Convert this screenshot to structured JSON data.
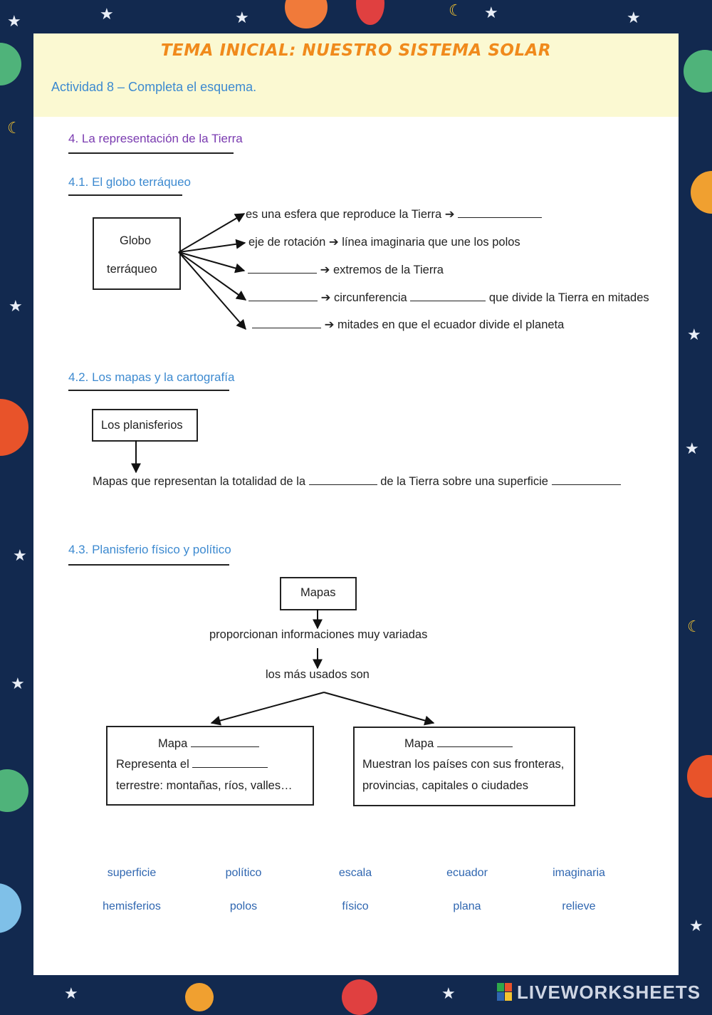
{
  "header": {
    "title": "TEMA INICIAL: NUESTRO SISTEMA SOLAR",
    "activity": "Actividad 8 – Completa el esquema."
  },
  "section4": {
    "title": "4. La representación de la Tierra"
  },
  "section41": {
    "title": "4.1. El globo terráqueo",
    "box_line1": "Globo",
    "box_line2": "terráqueo",
    "items": [
      {
        "before": "es una esfera que reproduce la Tierra ",
        "arrow": "➔",
        "after": ""
      },
      {
        "before": "eje de rotación ",
        "arrow": "➔",
        "after": " línea imaginaria que une los polos"
      },
      {
        "before": "",
        "arrow": "➔",
        "after": " extremos de la Tierra"
      },
      {
        "before": "",
        "arrow": "➔",
        "after": " circunferencia",
        "after2": " que divide la Tierra en mitades"
      },
      {
        "before": "",
        "arrow": "➔",
        "after": " mitades en que el ecuador divide el planeta"
      }
    ]
  },
  "section42": {
    "title": "4.2. Los mapas y la cartografía",
    "box": "Los planisferios",
    "sentence_a": "Mapas que representan la totalidad de la ",
    "sentence_b": " de la Tierra sobre una superficie "
  },
  "section43": {
    "title": "4.3. Planisferio físico y político",
    "box_top": "Mapas",
    "line1": "proporcionan informaciones muy variadas",
    "line2": "los más usados son",
    "left_box": {
      "title": "Mapa",
      "line1": "Representa el",
      "line2": "terrestre: montañas, ríos, valles…"
    },
    "right_box": {
      "title": "Mapa",
      "line1": "Muestran los países con sus fronteras,",
      "line2": "provincias, capitales o ciudades"
    }
  },
  "word_bank": {
    "row1": [
      "superficie",
      "político",
      "escala",
      "ecuador",
      "imaginaria"
    ],
    "row2": [
      "hemisferios",
      "polos",
      "físico",
      "plana",
      "relieve"
    ]
  },
  "footer": {
    "logo": "LIVEWORKSHEETS"
  },
  "colors": {
    "background": "#12294f",
    "header_band": "#fbf9d2",
    "title": "#f08a1c",
    "heading_purple": "#7a3bb0",
    "heading_blue": "#3d8ad0",
    "word_bank": "#2f66b0"
  }
}
